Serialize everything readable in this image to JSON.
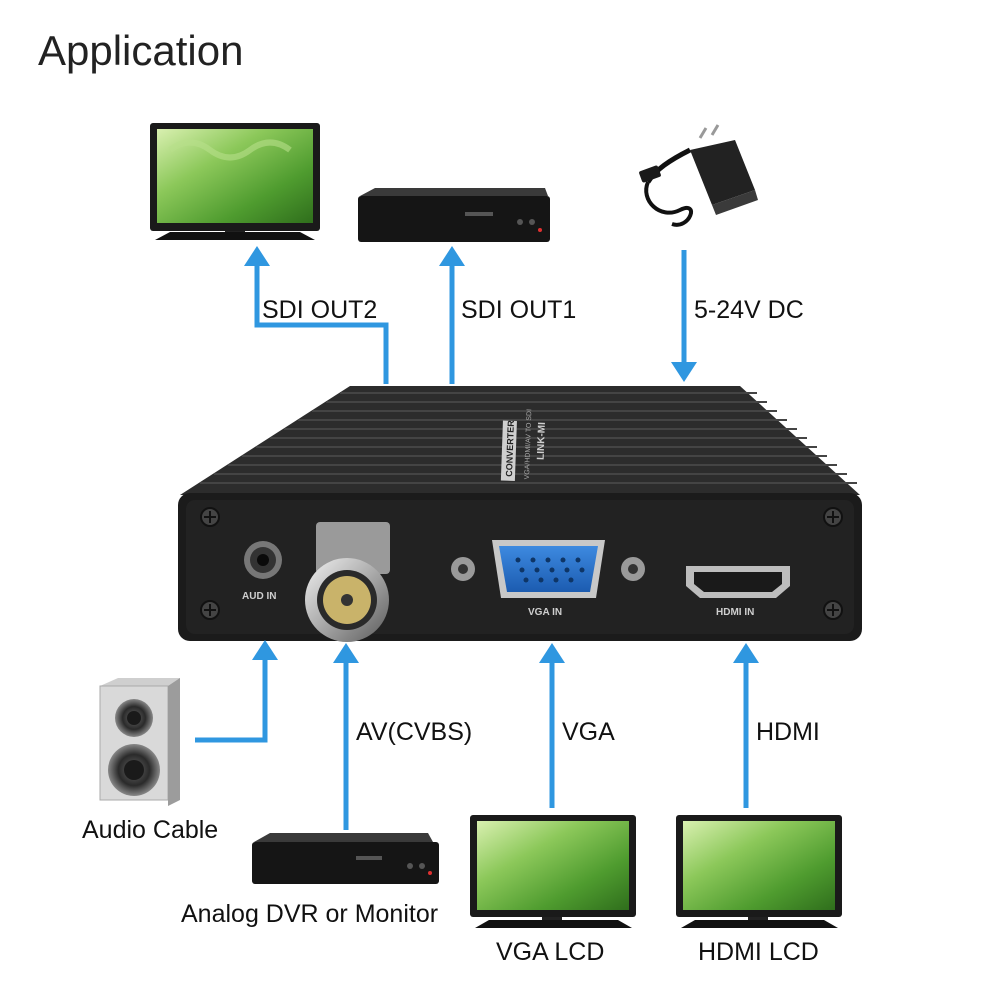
{
  "title": "Application",
  "labels": {
    "sdi_out2": "SDI OUT2",
    "sdi_out1": "SDI OUT1",
    "power": "5-24V DC",
    "av": "AV(CVBS)",
    "vga": "VGA",
    "hdmi": "HDMI",
    "audio_cable": "Audio Cable",
    "analog_dvr": "Analog DVR or Monitor",
    "vga_lcd": "VGA LCD",
    "hdmi_lcd": "HDMI LCD"
  },
  "device": {
    "brand_text": "LINK-MI",
    "model_text": "VGA/HDMI/AV TO SDI",
    "converter_text": "CONVERTER",
    "ports": {
      "aud_in": "AUD IN",
      "vga_in": "VGA IN",
      "hdmi_in": "HDMI IN"
    }
  },
  "colors": {
    "arrow": "#2f97e0",
    "device_body": "#1b1b1b",
    "screen_green": "#5aa83a"
  }
}
